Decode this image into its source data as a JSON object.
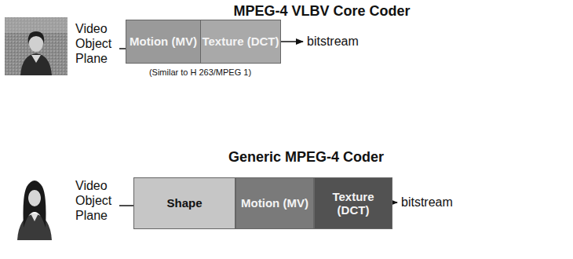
{
  "diagram": {
    "nodes": [
      {
        "text": [
          "Motion (MV)"
        ]
      },
      {
        "text": [
          "Texture (DCT)"
        ]
      },
      {
        "text": [
          "Shape"
        ]
      },
      {
        "text": [
          "Motion (MV)"
        ]
      },
      {
        "text": [
          "Texture (DCT)"
        ]
      }
    ],
    "labels": [
      "MPEG-4 VLBV Core Coder",
      "Video Object Plane",
      "bitstream",
      "(Similar to H 263/MPEG 1)",
      "Generic MPEG-4 Coder",
      "Video Object Plane",
      "bitstream"
    ]
  }
}
